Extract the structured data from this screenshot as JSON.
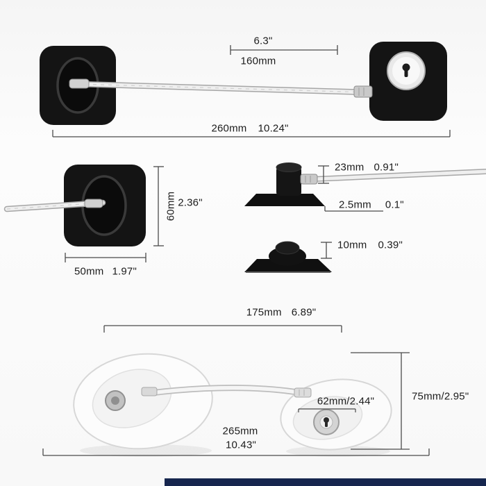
{
  "page": {
    "background": "#f8f8f8",
    "accent_bar_color": "#16264e"
  },
  "top_view": {
    "cable_length_in": "6.3\"",
    "cable_length_mm": "160mm",
    "overall_mm": "260mm",
    "overall_in": "10.24\""
  },
  "pad_front_view": {
    "height_mm": "60mm",
    "height_in": "2.36\"",
    "width_mm": "50mm",
    "width_in": "1.97\""
  },
  "side_views": {
    "lock_height_mm": "23mm",
    "lock_height_in": "0.91\"",
    "base_thickness_mm": "2.5mm",
    "base_thickness_in": "0.1\"",
    "knob_height_mm": "10mm",
    "knob_height_in": "0.39\""
  },
  "white_version": {
    "cable_span_mm": "175mm",
    "cable_span_in": "6.89\"",
    "lock_width": "62mm/2.44\"",
    "overall_height": "75mm/2.95\"",
    "overall_mm": "265mm",
    "overall_in": "10.43\""
  }
}
